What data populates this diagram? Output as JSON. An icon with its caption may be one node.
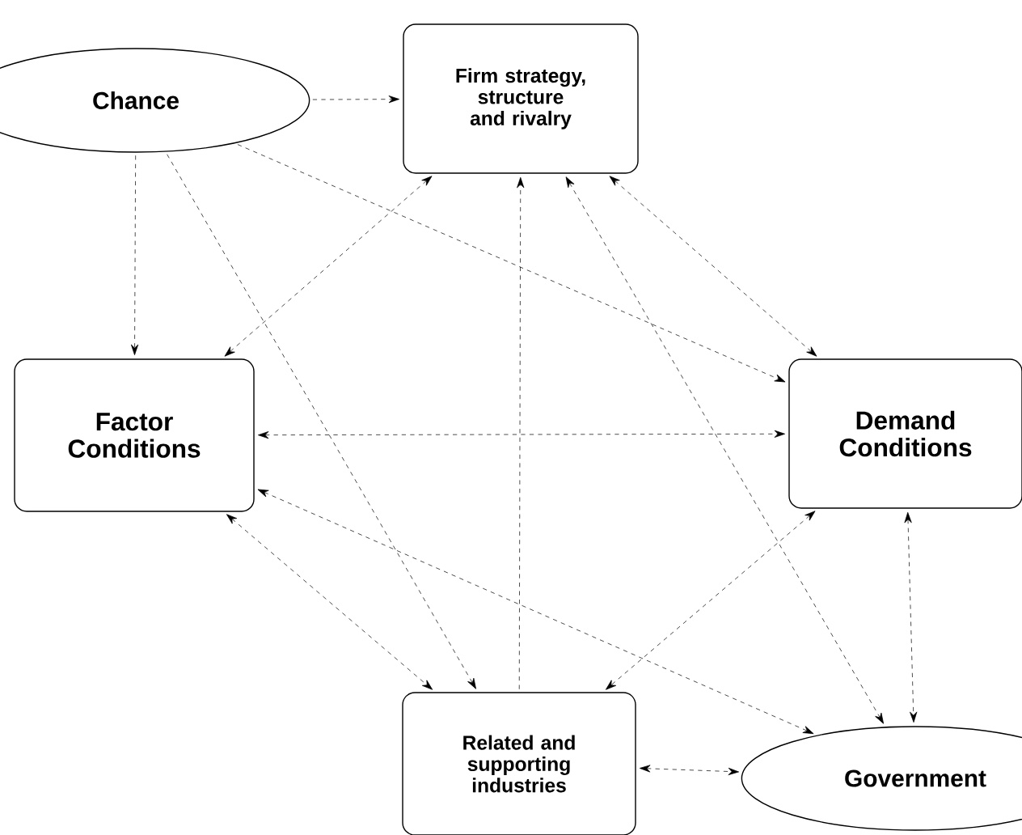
{
  "diagram": {
    "nodes": [
      {
        "text": [
          "Chance"
        ]
      },
      {
        "text": [
          "Firm strategy, structure and rivalry"
        ]
      },
      {
        "text": [
          "Factor Conditions"
        ]
      },
      {
        "text": [
          "Demand Conditions"
        ]
      },
      {
        "text": [
          "Related and supporting industries"
        ]
      },
      {
        "text": [
          "Government"
        ]
      }
    ],
    "edges": [
      {
        "from": 0,
        "to": 1,
        "arrow": "to"
      },
      {
        "from": 0,
        "to": 2,
        "arrow": "to"
      },
      {
        "from": 0,
        "to": 3,
        "arrow": "to"
      },
      {
        "from": 0,
        "to": 4,
        "arrow": "to"
      },
      {
        "from": 1,
        "to": 2,
        "arrow": "both"
      },
      {
        "from": 1,
        "to": 3,
        "arrow": "both"
      },
      {
        "from": 4,
        "to": 1,
        "arrow": "to"
      },
      {
        "from": 1,
        "to": 5,
        "arrow": "both"
      },
      {
        "from": 2,
        "to": 3,
        "arrow": "both"
      },
      {
        "from": 2,
        "to": 4,
        "arrow": "both"
      },
      {
        "from": 2,
        "to": 5,
        "arrow": "both"
      },
      {
        "from": 3,
        "to": 4,
        "arrow": "both"
      },
      {
        "from": 3,
        "to": 5,
        "arrow": "both"
      },
      {
        "from": 4,
        "to": 5,
        "arrow": "both"
      }
    ]
  }
}
